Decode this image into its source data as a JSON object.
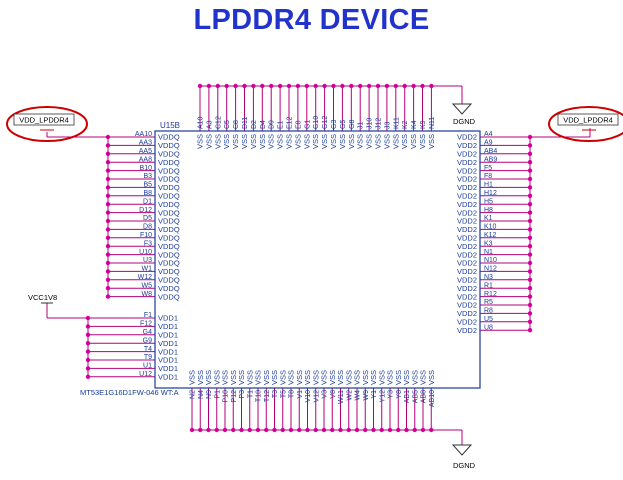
{
  "title": "LPDDR4 DEVICE",
  "part": {
    "refdes": "U15B",
    "partno": "MT53E1G16D1FW-046 WT:A"
  },
  "nets": {
    "vdd_lpddr4_left": "VDD_LPDDR4",
    "vdd_lpddr4_right": "VDD_LPDDR4",
    "vcc1v8": "VCC1V8",
    "dgnd_top": "DGND",
    "dgnd_bottom": "DGND"
  },
  "names": {
    "vddq": "VDDQ",
    "vdd1": "VDD1",
    "vdd2": "VDD2",
    "vss": "VSS"
  },
  "pins": {
    "vddq": [
      "AA10",
      "AA3",
      "AA5",
      "AA8",
      "B10",
      "B3",
      "B5",
      "B8",
      "D1",
      "D12",
      "D5",
      "D8",
      "F10",
      "F3",
      "U10",
      "U3",
      "W1",
      "W12",
      "W5",
      "W8"
    ],
    "vdd1": [
      "F1",
      "F12",
      "G4",
      "G9",
      "T4",
      "T9",
      "U1",
      "U12"
    ],
    "vdd2": [
      "A4",
      "A9",
      "AB4",
      "AB9",
      "F5",
      "F8",
      "H1",
      "H12",
      "H5",
      "H8",
      "K1",
      "K10",
      "K12",
      "K3",
      "N1",
      "N10",
      "N12",
      "N3",
      "R1",
      "R12",
      "R5",
      "R8",
      "U5",
      "U8"
    ],
    "vss_top": [
      "A10",
      "A3",
      "C12",
      "C5",
      "C8",
      "D11",
      "D2",
      "D4",
      "D9",
      "E1",
      "E12",
      "E8",
      "G1",
      "G10",
      "G12",
      "G3",
      "G5",
      "G8",
      "J1",
      "J10",
      "J12",
      "J3",
      "K11",
      "K2",
      "K4",
      "K9",
      "N11"
    ],
    "vss_bottom": [
      "N2",
      "N4",
      "N9",
      "P1",
      "P10",
      "P12",
      "P3",
      "T1",
      "T10",
      "T12",
      "T3",
      "T5",
      "T8",
      "V1",
      "V10",
      "V12",
      "V3",
      "V8",
      "W11",
      "W2",
      "W4",
      "W9",
      "Y1",
      "Y12",
      "Y3",
      "Y8",
      "AB1",
      "AB5",
      "AB8",
      "AB10"
    ]
  },
  "colors": {
    "title": "#2233cc",
    "wire": "#b5007a",
    "junction": "#e000a8",
    "body": "#1a3a9a",
    "highlight": "#cc0000"
  }
}
